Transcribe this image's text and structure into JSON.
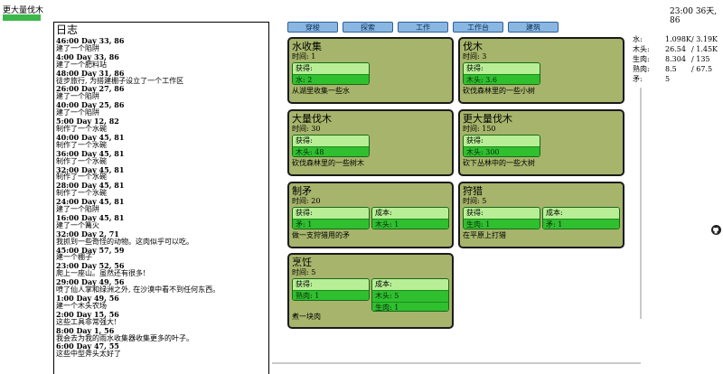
{
  "current_action": "更大量伐木",
  "clock": {
    "time": "23:00",
    "day_num": "36",
    "day_unit": "天,",
    "extra": "86"
  },
  "log": {
    "title": "日志",
    "entries": [
      {
        "time": "46:00 Day 33, 86",
        "text": "建了一个陷阱"
      },
      {
        "time": "4:00 Day 33, 86",
        "text": "建了一个肥料站"
      },
      {
        "time": "48:00 Day 31, 86",
        "text": "徒步旅行, 为搭建棚子设立了一个工作区"
      },
      {
        "time": "26:00 Day 27, 86",
        "text": "建了一个陷阱"
      },
      {
        "time": "40:00 Day 25, 86",
        "text": "建了一个陷阱"
      },
      {
        "time": "5:00 Day 12, 82",
        "text": "制作了一个水碗"
      },
      {
        "time": "40:00 Day 45, 81",
        "text": "制作了一个水碗"
      },
      {
        "time": "36:00 Day 45, 81",
        "text": "制作了一个水碗"
      },
      {
        "time": "32:00 Day 45, 81",
        "text": "制作了一个水碗"
      },
      {
        "time": "28:00 Day 45, 81",
        "text": "制作了一个水碗"
      },
      {
        "time": "24:00 Day 45, 81",
        "text": "建了一个陷阱"
      },
      {
        "time": "16:00 Day 45, 81",
        "text": "建了一个篝火"
      },
      {
        "time": "32:00 Day 2, 71",
        "text": "我抓到一些奇怪的动物。这肉似乎可以吃。"
      },
      {
        "time": "45:00 Day 57, 59",
        "text": "建一个棚子"
      },
      {
        "time": "23:00 Day 52, 56",
        "text": "爬上一座山。虽然还有很多!"
      },
      {
        "time": "29:00 Day 49, 56",
        "text": "喷了仙人掌和绿洲之外, 在沙漠中看不到任何东西。"
      },
      {
        "time": "1:00 Day 49, 56",
        "text": "建一个木头农场"
      },
      {
        "time": "2:00 Day 15, 56",
        "text": "这些工具非常强大!"
      },
      {
        "time": "8:00 Day 1, 56",
        "text": "我会去为我的雨水收集器收集更多的叶子。"
      },
      {
        "time": "6:00 Day 47, 55",
        "text": "这些中型斧头太好了"
      }
    ]
  },
  "tabs": [
    "穿梭",
    "探索",
    "工作",
    "工作台",
    "建筑"
  ],
  "cards": [
    {
      "title": "水收集",
      "time": "时间: 1",
      "gain_label": "获得:",
      "gain": [
        "水: 2"
      ],
      "cost_label": "",
      "cost": [],
      "desc": "从湖里收集一些水"
    },
    {
      "title": "伐木",
      "time": "时间: 3",
      "gain_label": "获得:",
      "gain": [
        "木头: 3.6"
      ],
      "cost_label": "",
      "cost": [],
      "desc": "砍伐森林里的一些小树"
    },
    {
      "title": "大量伐木",
      "time": "时间: 30",
      "gain_label": "获得:",
      "gain": [
        "木头: 48"
      ],
      "cost_label": "",
      "cost": [],
      "desc": "砍伐森林里的一些树木"
    },
    {
      "title": "更大量伐木",
      "time": "时间: 150",
      "gain_label": "获得:",
      "gain": [
        "木头: 300"
      ],
      "cost_label": "",
      "cost": [],
      "desc": "砍下丛林中的一些大树"
    },
    {
      "title": "制矛",
      "time": "时间: 20",
      "gain_label": "获得:",
      "gain": [
        "矛: 1"
      ],
      "cost_label": "成本:",
      "cost": [
        "木头: 1"
      ],
      "desc": "做一支狩猎用的矛"
    },
    {
      "title": "狩猎",
      "time": "时间: 5",
      "gain_label": "获得:",
      "gain": [
        "生肉: 1"
      ],
      "cost_label": "成本:",
      "cost": [
        "矛: 1"
      ],
      "desc": "在平原上打猎"
    },
    {
      "title": "烹饪",
      "time": "时间: 5",
      "gain_label": "获得:",
      "gain": [
        "熟肉: 1"
      ],
      "cost_label": "成本:",
      "cost": [
        "木头: 5",
        "生肉: 1"
      ],
      "desc": "煮一块肉"
    }
  ],
  "resources": [
    {
      "name": "水:",
      "amount": "1.098K",
      "cap": "/ 3.19K"
    },
    {
      "name": "木头:",
      "amount": "26.54",
      "cap": "/ 1.45K"
    },
    {
      "name": "生肉:",
      "amount": "8.304",
      "cap": "/ 135"
    },
    {
      "name": "熟肉:",
      "amount": "8.5",
      "cap": "/ 67.5"
    },
    {
      "name": "矛:",
      "amount": "5",
      "cap": ""
    }
  ],
  "icons": {
    "github": "github-icon"
  }
}
